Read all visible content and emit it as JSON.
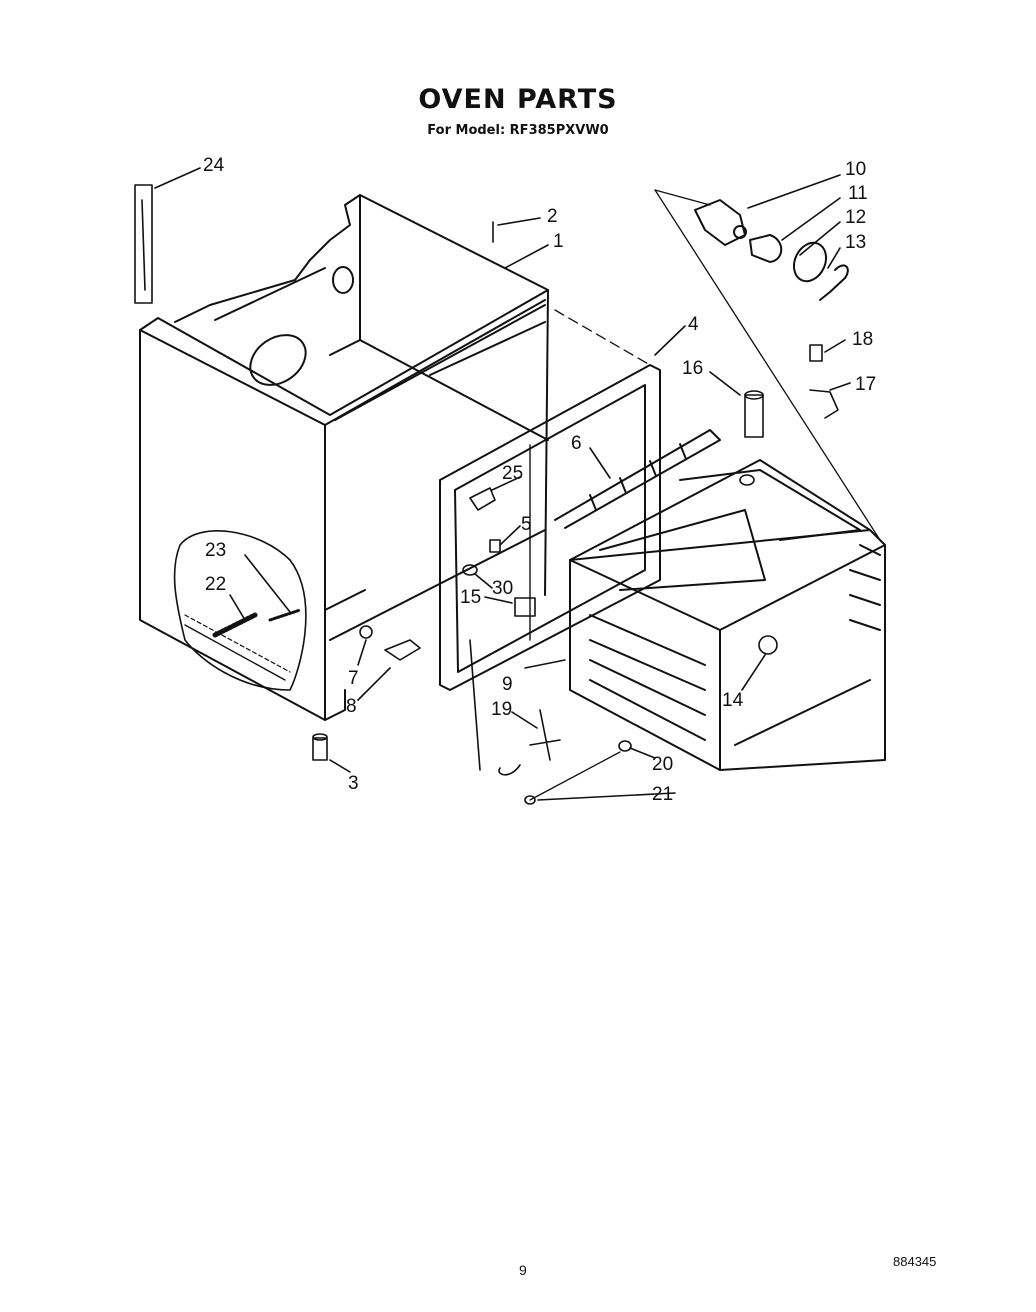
{
  "title": "OVEN PARTS",
  "subtitle": "For Model: RF385PXVW0",
  "page_number": "9",
  "document_number": "884345",
  "callouts": [
    {
      "part": "1",
      "label": "1"
    },
    {
      "part": "2",
      "label": "2"
    },
    {
      "part": "3",
      "label": "3"
    },
    {
      "part": "4",
      "label": "4"
    },
    {
      "part": "5",
      "label": "5"
    },
    {
      "part": "6",
      "label": "6"
    },
    {
      "part": "7",
      "label": "7"
    },
    {
      "part": "8",
      "label": "8"
    },
    {
      "part": "9",
      "label": "9"
    },
    {
      "part": "10",
      "label": "10"
    },
    {
      "part": "11",
      "label": "11"
    },
    {
      "part": "12",
      "label": "12"
    },
    {
      "part": "13",
      "label": "13"
    },
    {
      "part": "14",
      "label": "14"
    },
    {
      "part": "15",
      "label": "15"
    },
    {
      "part": "16",
      "label": "16"
    },
    {
      "part": "17",
      "label": "17"
    },
    {
      "part": "18",
      "label": "18"
    },
    {
      "part": "19",
      "label": "19"
    },
    {
      "part": "20",
      "label": "20"
    },
    {
      "part": "21",
      "label": "21"
    },
    {
      "part": "22",
      "label": "22"
    },
    {
      "part": "23",
      "label": "23"
    },
    {
      "part": "24",
      "label": "24"
    },
    {
      "part": "25",
      "label": "25"
    },
    {
      "part": "30",
      "label": "30"
    }
  ]
}
